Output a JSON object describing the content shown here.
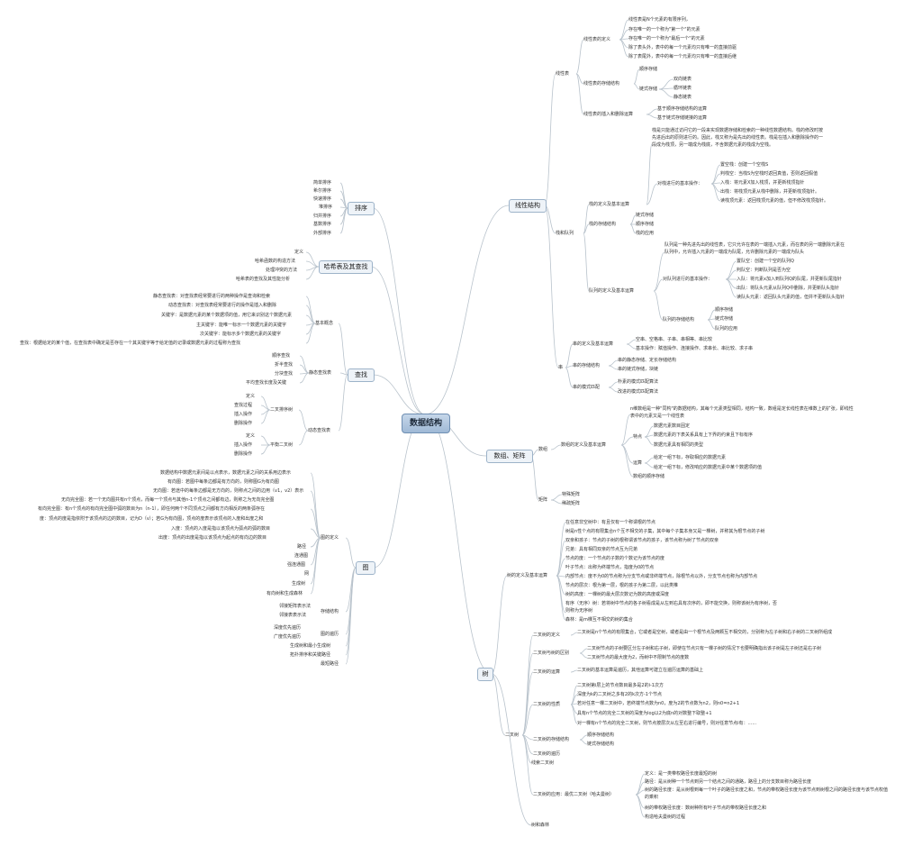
{
  "root": "数据结构",
  "left": {
    "sort": {
      "title": "排序",
      "items": [
        "简单排序",
        "希尔排序",
        "快速排序",
        "堆排序",
        "归并排序",
        "基数排序",
        "外部排序"
      ]
    },
    "hash": {
      "title": "哈希表及其查找",
      "items": [
        "定义",
        "哈希函数的构造方法",
        "处理冲突的方法",
        "哈希表的查找及其性能分析"
      ]
    },
    "search": {
      "title": "查找",
      "basic": {
        "label": "基本概念",
        "items": [
          "静态查找表：对查找表经常要进行的两种操作是查询和检索",
          "动态查找表：对查找表经常要进行的操作是插入和删除",
          "关键字：是数据元素的某个数据项的值，用它来识别这个数据元素",
          "主关键字：能唯一标示一个数据元素的关键字",
          "次关键字：能标示多个数据元素的关键字",
          "查找：根据给定的某个值，在查找表中确定是否存在一个其关键字等于给定值的记录或数据元素的过程称为查找"
        ]
      },
      "static": {
        "label": "静态查找表",
        "items": [
          "顺序查找",
          "折半查找",
          "分块查找",
          "平均查找长度及关键"
        ]
      },
      "dynamic": {
        "label": "动态查找表",
        "bst": {
          "label": "二叉排序树",
          "items": [
            "定义",
            "查找过程",
            "插入操作",
            "删除操作"
          ]
        },
        "avl": {
          "label": "平衡二叉树",
          "items": [
            "定义",
            "插入操作",
            "删除操作"
          ]
        }
      }
    },
    "graph": {
      "title": "图",
      "def": {
        "label": "图的定义",
        "items": [
          "数据结构中数据元素间是以点表示，数据元素之间的关系用边表示",
          "有向图：若图中每条边都是有方向的，则称图G为有向图",
          "无向图：若途中的每条边都是无方向的，则称点之间的边用（v1，v2）表示",
          "无向完全图：若一个无向图共有n个顶点，而每一个顶点与其他n-1个顶点之间都有边，则称之为无向完全图",
          "有向完全图：有n个顶点的有向完全图中弧的数目为n（n-1），即任何两个不同顶点之间都有方向相反的两条弧存在",
          "度：顶点的度是指依附于该顶点的边的数目，记为D（v）；若G为有向图，顶点的度表示该顶点的入度和出度之和",
          "入度：顶点的入度是指以该顶点为弧点的弧的数目",
          "出度：顶点的出度是指以该顶点为起点的有向边的数目",
          "路径",
          "连通图",
          "强连通图",
          "网",
          "生成树",
          "有向树和生成森林"
        ]
      },
      "storage": {
        "label": "存储结构",
        "items": [
          "邻接矩阵表示法",
          "邻接表表示法"
        ]
      },
      "traverse": {
        "label": "图的遍历",
        "items": [
          "深度优先遍历",
          "广度优先遍历"
        ]
      },
      "others": [
        "生成树和最小生成树",
        "拓扑排序和关键路径",
        "最短路径"
      ]
    }
  },
  "right": {
    "linear": {
      "title": "线性结构",
      "list": {
        "label": "线性表",
        "def": {
          "label": "线性表的定义",
          "items": [
            "线性表是N个元素的有限序列，",
            "存在唯一的一个称为\"第一个\"的元素",
            "存在唯一的一个称为\"最后一个\"的元素",
            "除了表头外，表中的每一个元素均只有唯一的直接前驱",
            "除了表尾外，表中的每一个元素均只有唯一的直接后继"
          ]
        },
        "storage": {
          "label": "线性表的存储结构",
          "seq": "顺序存储",
          "linked": "链式存储",
          "linked_items": [
            "双向链表",
            "循环链表",
            "静态链表"
          ]
        },
        "ops": {
          "label": "线性表的插入和删除运算",
          "items": [
            "基于顺序存储结构的运算",
            "基于链式存储链接的运算"
          ]
        }
      },
      "stackqueue": {
        "label": "栈和队列",
        "stack": {
          "label": "栈的定义及基本运算",
          "desc": "栈是只能通过访问它的一段来实现数据存储和检索的一种线性数据结构。栈的修改时按先进后出的原则进行的。因此，栈又称为是先出的线性表。栈是在插入和删除操作的一段成为栈顶，另一端成为栈底，不含数据元素的栈成为空栈。",
          "ops_label": "对栈进行的基本操作：",
          "ops": [
            "置空栈：创建一个空栈S",
            "判栈空：当栈S为空栈时返回真值，否则返回假值",
            "入栈：将元素X加入栈顶，并更新栈顶指针",
            "出栈：将栈顶元素从栈中删除，并更新栈顶指针。",
            "读栈顶元素：返回栈顶元素的值，但不修改栈顶指针。"
          ]
        },
        "stack_storage": {
          "label": "栈的存储结构",
          "items": [
            "链式存储",
            "顺序存储",
            "栈的应用"
          ]
        },
        "queue": {
          "label": "队列的定义及基本运算",
          "desc": "队列是一种先进先出的线性表，它只允许在表的一端插入元素，而在表的另一端删除元素在队列中，允许插入元素的一端成为队尾，允许删除元素的一端成为队头",
          "ops_label": "对队列进行的基本操作：",
          "ops": [
            "置队空：创建一个空的队列Q",
            "判队空：判断队列是否为空",
            "入队：将元素x加入到队列Q的队尾，并更新队尾指针",
            "出队：将队头元素从队列Q中删除，并更新队头指针",
            "读队头元素：返回队头元素的值，但并不更新队头指针"
          ]
        },
        "queue_storage": {
          "label": "队列的存储结构",
          "items": [
            "顺序存储",
            "链式存储",
            "队列的应用"
          ]
        }
      },
      "string": {
        "label": "串",
        "def": {
          "label": "串的定义及基本运算",
          "items": [
            "空串、空格串、子串、串相等、串比较",
            "基本操作：赋值操作、连接操作、求串长、串比较、求子串"
          ]
        },
        "storage": {
          "label": "串的存储结构",
          "items": [
            "串的静态存储、定长存储结构",
            "串的链式存储，块链"
          ]
        },
        "match": {
          "label": "串的模式匹配",
          "items": [
            "朴素的模式匹配算法",
            "改进的模式匹配算法"
          ]
        }
      }
    },
    "array": {
      "title": "数组、矩阵",
      "arr": {
        "label": "数组",
        "def_label": "数组的定义及基本运算",
        "desc": "n维数组是一种\"同构\"的数据结构，其每个元素类型相同，结构一致，数组是定长线性表在维数上的扩张，即线性表中的元素又是一个线性表",
        "feature": {
          "label": "特点",
          "items": [
            "数据元素数目固定",
            "数据元素的下表关系具有上下界的约束且下标有序",
            "数据元素具有相同的类型"
          ]
        },
        "ops": {
          "label": "运算",
          "items": [
            "给定一组下标，存取相应的数据元素",
            "给定一组下标，修改响应的数据元素中某个数据项的值"
          ]
        },
        "storage": "数组的顺序存储"
      },
      "matrix": {
        "label": "矩阵",
        "items": [
          "特殊矩阵",
          "稀疏矩阵"
        ]
      }
    },
    "tree": {
      "title": "树",
      "def": {
        "label": "树的定义及基本运算",
        "items": [
          "在任意非空树中：有且仅有一个称谓根的节点",
          "树是n性个点的有限集合n个互不相交的子集，其中每个子集本身又是一棵树，并称其为根节点的子树",
          "双亲和孩子：节点的子树的根称谓该节点的孩子，该节点称为树了节点的双亲",
          "兄弟：具有相同双亲的节点互为兄弟",
          "节点的度：一个节点的子数的个数记为该节点的度",
          "叶子节点：出称为终端节点，指度为0的节点",
          "内部节点：度不为0的节点称为分支节点或非终端节点，除根节点以外，分支节点也称为内部节点",
          "节点的层次：根为第一层，根的孩子为第二层，以此类推",
          "树的高度：一棵树的最大层次数记为数的高度或深度",
          "有序（无序）树：若将树中节点的各子树看成是从左到右具有次序的，即不能交换，则称该树为有序树，否则称为无序树",
          "森林：是m棵互不相交的树的集合"
        ]
      },
      "binary": {
        "label": "二叉树",
        "def": {
          "label": "二叉树的定义",
          "desc": "二叉树是n个节点的有限集合，它或者是空树，或者是由一个根节点及两颗互不相交的，分别称为左子树和右子树的二叉树所组成"
        },
        "diff": {
          "label": "二叉树与树的区别",
          "items": [
            "二叉树节点的子树要区分左子树和右子树，即使在节点只有一棵子树的情况下也要明确指出该子树是左子树还是右子树",
            "二叉树节点的最大度为2，而树中不限制节点的度数"
          ]
        },
        "ops": {
          "label": "二叉树的运算",
          "desc": "二叉树的基本运算是遍历，其他运算可建立在遍历运算的基础上"
        },
        "props": {
          "label": "二叉树的性质",
          "items": [
            "二叉树第i层上的节点数目最多是2的i-1次方",
            "深度为k的二叉树之多有2的k次方-1个节点",
            "若对任意一棵二叉树中，若终端节点数为n0，度为2的节点数为n2，则n0=n2+1",
            "具有n个节点的完全二叉树的深度为log以2为底n的对数整下取整+1",
            "对一棵有n个节点的完全二叉树，则节点按层次从左至右进行编号，则对任意节点i有：......"
          ]
        },
        "storage": {
          "label": "二叉树的存储结构",
          "items": [
            "顺序存储结构",
            "链式存储结构"
          ]
        },
        "traverse": "二叉树的遍历",
        "threaded": "线索二叉树",
        "huffman": {
          "label": "二叉树的应用：最优二叉树（哈夫曼树）",
          "items": [
            "定义：是一类带权路径长度最短的树",
            "路径：是从树种一个节点到另一个结点之间的通路，路径上的分支数目称为路径长度",
            "树的路径长度：是从树根到每一个叶子的路径长度之和，节点的带权路径长度为该节点到树根之间的路径长度与该节点权值的乘积",
            "树的带权路径长度：数树种所有叶子节点的带权路径长度之和",
            "构造哈夫曼树的过程"
          ]
        }
      },
      "tree_forest": "树和森林"
    }
  }
}
